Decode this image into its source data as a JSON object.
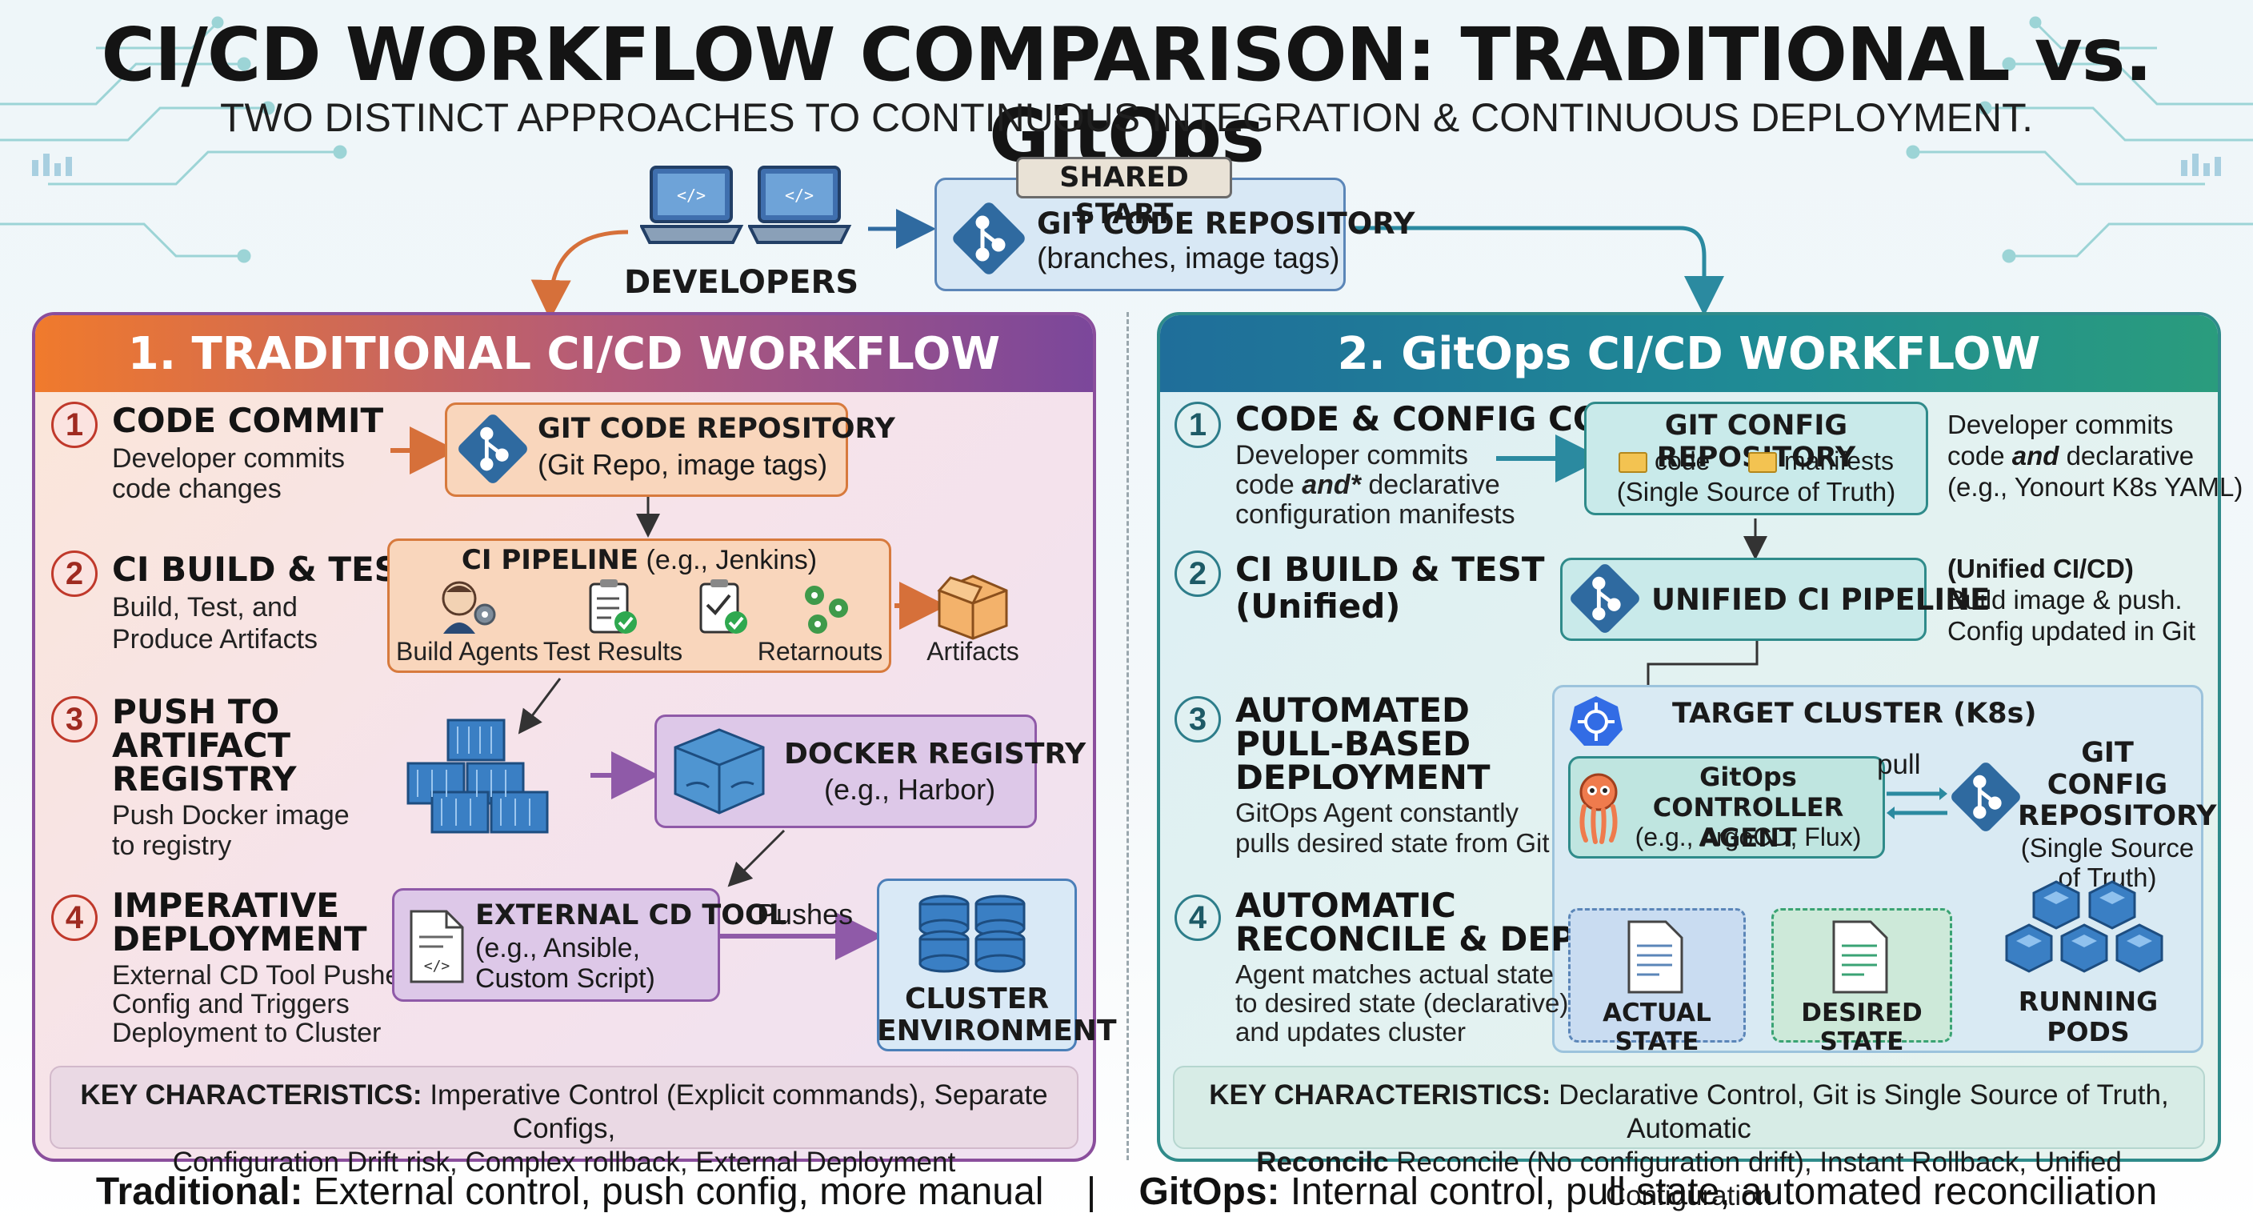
{
  "title": "CI/CD WORKFLOW COMPARISON: TRADITIONAL vs. GitOps",
  "subtitle": "TWO DISTINCT APPROACHES TO CONTINUOUS INTEGRATION & CONTINUOUS DEPLOYMENT.",
  "top": {
    "developers_label": "DEVELOPERS",
    "shared_start_label": "SHARED START",
    "repo_title": "GIT CODE REPOSITORY",
    "repo_sub": "(branches, image tags)"
  },
  "traditional": {
    "heading": "1. TRADITIONAL CI/CD WORKFLOW",
    "steps": [
      {
        "num": "1",
        "title": "CODE COMMIT",
        "desc_l1": "Developer commits",
        "desc_l2": "code changes"
      },
      {
        "num": "2",
        "title": "CI BUILD & TEST",
        "desc_l1": "Build, Test, and",
        "desc_l2": "Produce Artifacts"
      },
      {
        "num": "3",
        "title_l1": "PUSH TO",
        "title_l2": "ARTIFACT",
        "title_l3": "REGISTRY",
        "desc_l1": "Push Docker image",
        "desc_l2": "to registry"
      },
      {
        "num": "4",
        "title_l1": "IMPERATIVE",
        "title_l2": "DEPLOYMENT",
        "desc_l1": "External CD Tool Pushes",
        "desc_l2": "Config and Triggers",
        "desc_l3": "Deployment to Cluster"
      }
    ],
    "repo_box": {
      "title": "GIT CODE REPOSITORY",
      "sub": "(Git Repo,  image tags)"
    },
    "pipeline": {
      "title": "CI PIPELINE",
      "title_suffix": " (e.g., Jenkins)",
      "build_agents": "Build Agents",
      "test_results": "Test Results",
      "retarnouts": "Retarnouts",
      "artifacts": "Artifacts"
    },
    "registry": {
      "title": "DOCKER REGISTRY",
      "sub": "(e.g., Harbor)"
    },
    "cd_tool": {
      "title": "EXTERNAL CD TOOL",
      "sub_l1": "(e.g., Ansible,",
      "sub_l2": "Custom Script)"
    },
    "pushes": "Pushes",
    "cluster": {
      "l1": "CLUSTER",
      "l2": "ENVIRONMENT"
    },
    "key_label": "KEY CHARACTERISTICS:",
    "key_text_l1": " Imperative Control (Explicit commands), Separate Configs,",
    "key_text_l2": "Configuration Drift risk, Complex rollback, External Deployment"
  },
  "gitops": {
    "heading": "2. GitOps CI/CD WORKFLOW",
    "steps": [
      {
        "num": "1",
        "title": "CODE & CONFIG COMMIT",
        "desc_l1": "Developer commits",
        "desc_l2_a": "code ",
        "desc_l2_b": "and*",
        "desc_l2_c": " declarative",
        "desc_l3": "configuration manifests"
      },
      {
        "num": "2",
        "title_l1": "CI BUILD & TEST",
        "title_l2": "(Unified)"
      },
      {
        "num": "3",
        "title_l1": "AUTOMATED",
        "title_l2": "PULL-BASED",
        "title_l3": "DEPLOYMENT",
        "desc_l1": "GitOps Agent constantly",
        "desc_l2": "pulls desired state from Git"
      },
      {
        "num": "4",
        "title_l1": "AUTOMATIC",
        "title_l2": "RECONCILE & DEPLOY",
        "desc_l1": "Agent matches actual state",
        "desc_l2": "to desired state (declarative)",
        "desc_l3": "and updates cluster"
      }
    ],
    "config_repo": {
      "title": "GIT CONFIG REPOSITORY",
      "folder1": "code",
      "folder2": "manifests",
      "sub": "(Single Source of Truth)"
    },
    "config_note": {
      "l1": "Developer commits",
      "l2_a": "code ",
      "l2_b": "and",
      "l2_c": " declarative",
      "l3": "(e.g., Yonourt K8s YAML)"
    },
    "unified_pipeline": "UNIFIED CI PIPELINE",
    "unified_note": {
      "l1": "(Unified CI/CD)",
      "l2": "Build image & push.",
      "l3": "Config updated in Git"
    },
    "target_cluster": "TARGET CLUSTER (K8s)",
    "controller": {
      "l1": "GitOps",
      "l2": "CONTROLLER AGENT",
      "l3": "(e.g., ArgoCD, Flux)"
    },
    "pull_label": "pull",
    "git_config_repo": {
      "l1": "GIT CONFIG",
      "l2": "REPOSITORY",
      "l3": "(Single Source",
      "l4": "of Truth)"
    },
    "actual_state": "ACTUAL STATE",
    "desired_state": "DESIRED STATE",
    "running_pods": {
      "l1": "RUNNING",
      "l2": "PODS"
    },
    "key_label": "KEY CHARACTERISTICS:",
    "key_text_l1": " Declarative Control, Git is Single Source of Truth, Automatic",
    "key_label2": "Reconcilc",
    "key_text_l2": " Reconcile (No configuration drift), Instant Rollback, Unified Configuration"
  },
  "footer": {
    "trad_label": "Traditional:",
    "trad_text": " External control, push config, more manual",
    "sep": "|",
    "gitops_label": "GitOps:",
    "gitops_text": " Internal control, pull state, automated reconciliation"
  }
}
